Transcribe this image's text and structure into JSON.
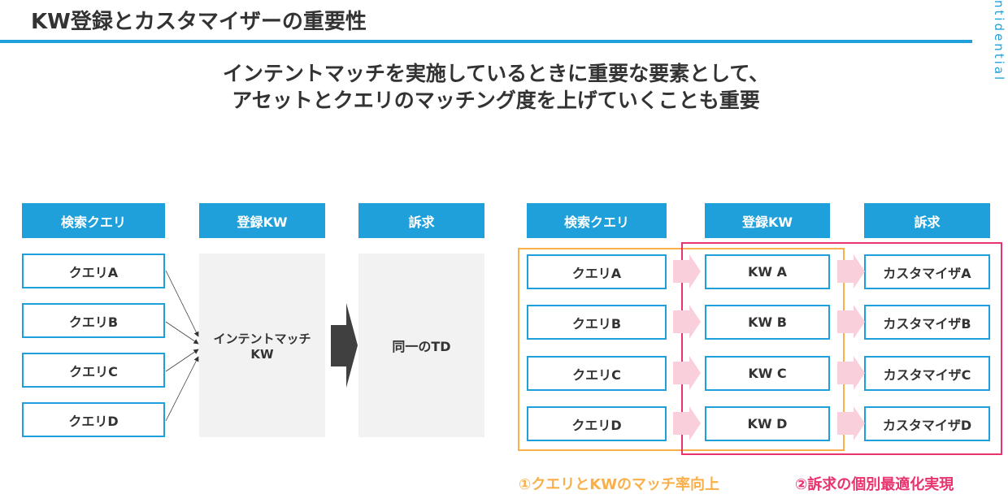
{
  "title": "KW登録とカスタマイザーの重要性",
  "confidential": "ntidential",
  "subtitle": {
    "line1": "インテントマッチを実施しているときに重要な要素として、",
    "line2": "アセットとクエリのマッチング度を上げていくことも重要"
  },
  "left": {
    "headers": [
      "検索クエリ",
      "登録KW",
      "訴求"
    ],
    "queries": [
      "クエリA",
      "クエリB",
      "クエリC",
      "クエリD"
    ],
    "kw": [
      "インテントマッチ",
      "KW"
    ],
    "appeal": "同一のTD"
  },
  "right": {
    "headers": [
      "検索クエリ",
      "登録KW",
      "訴求"
    ],
    "queries": [
      "クエリA",
      "クエリB",
      "クエリC",
      "クエリD"
    ],
    "kws": [
      "KW A",
      "KW B",
      "KW C",
      "KW D"
    ],
    "appeals": [
      "カスタマイザA",
      "カスタマイザB",
      "カスタマイザC",
      "カスタマイザD"
    ]
  },
  "labels": {
    "orange": "①クエリとKWのマッチ率向上",
    "pink": "②訴求の個別最適化実現"
  },
  "colors": {
    "accent": "#1fa0da",
    "orange": "#f9b04a",
    "pink": "#e8336d",
    "arrow_pink": "#f9cfdc"
  }
}
